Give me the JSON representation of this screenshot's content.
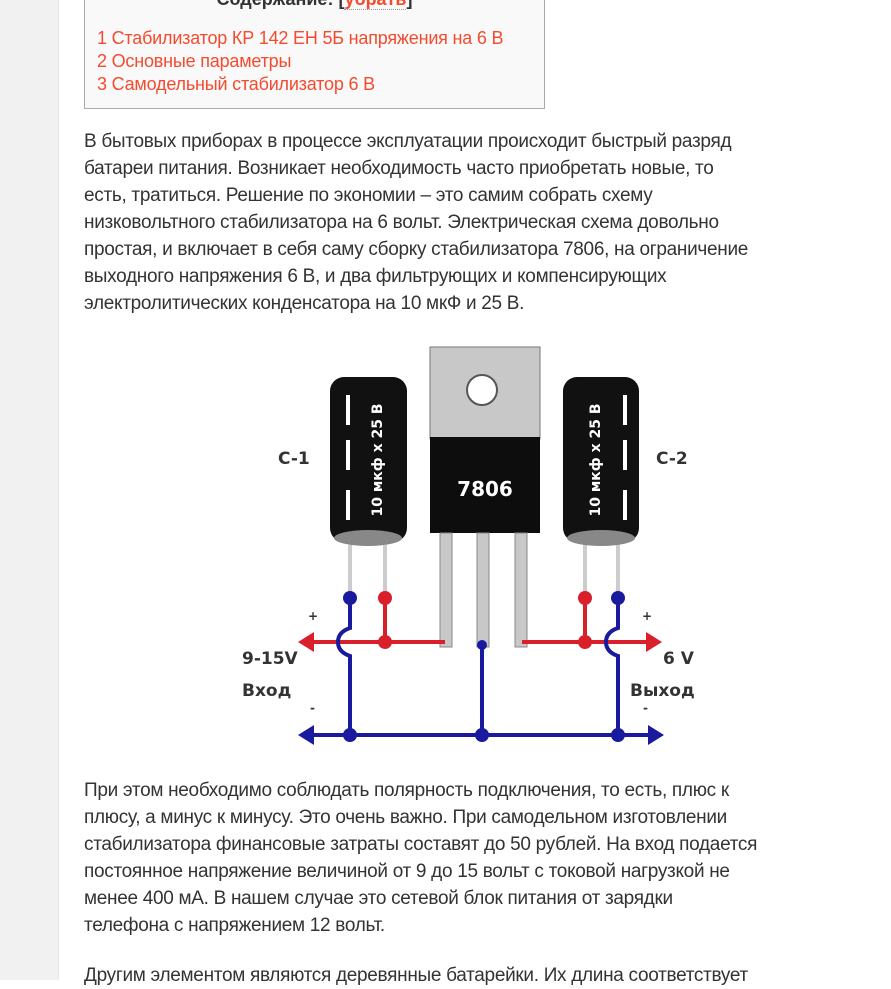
{
  "toc": {
    "title": "Содержание:",
    "hide_link": "убрать",
    "items": [
      "1 Стабилизатор КР 142 ЕН 5Б напряжения на 6 В",
      "2 Основные параметры",
      "3 Самодельный стабилизатор 6 В"
    ]
  },
  "paragraph1": [
    "В бытовых приборах в процессе эксплуатации происходит быстрый разряд",
    "батареи питания. Возникает необходимость часто приобретать новые, то",
    "есть, тратиться. Решение по экономии – это самим собрать схему",
    "низковольтного стабилизатора на 6 вольт. Электрическая схема довольно",
    "простая, и включает в себя саму сборку стабилизатора 7806, на ограничение",
    "выходного напряжения 6 В, и два фильтрующих и компенсирующих",
    "электролитических конденсатора на 10 мкФ и 25 В."
  ],
  "diagram": {
    "c1_label": "C-1",
    "c2_label": "C-2",
    "capacitor_marking": "10 мкф х 25 В",
    "regulator_label": "7806",
    "plus": "+",
    "minus": "-",
    "input_voltage": "9-15V",
    "input_label": "Вход",
    "output_voltage": "6 V",
    "output_label": "Выход",
    "colors": {
      "positive": "#d9202a",
      "negative": "#1a1a9e"
    }
  },
  "paragraph2": [
    "При этом необходимо соблюдать полярность подключения, то есть, плюс к",
    "плюсу, а минус к минусу. Это очень важно. При самодельном изготовлении",
    "стабилизатора финансовые затраты составят до 50 рублей. На вход подается",
    "постоянное напряжение величиной от 9 до 15 вольт с токовой нагрузкой не",
    "менее 400 мА. В нашем случае это сетевой блок питания от зарядки",
    "телефона с напряжением 12 вольт."
  ],
  "paragraph3": [
    "Другим элементом являются деревянные батарейки. Их длина соответствует"
  ]
}
